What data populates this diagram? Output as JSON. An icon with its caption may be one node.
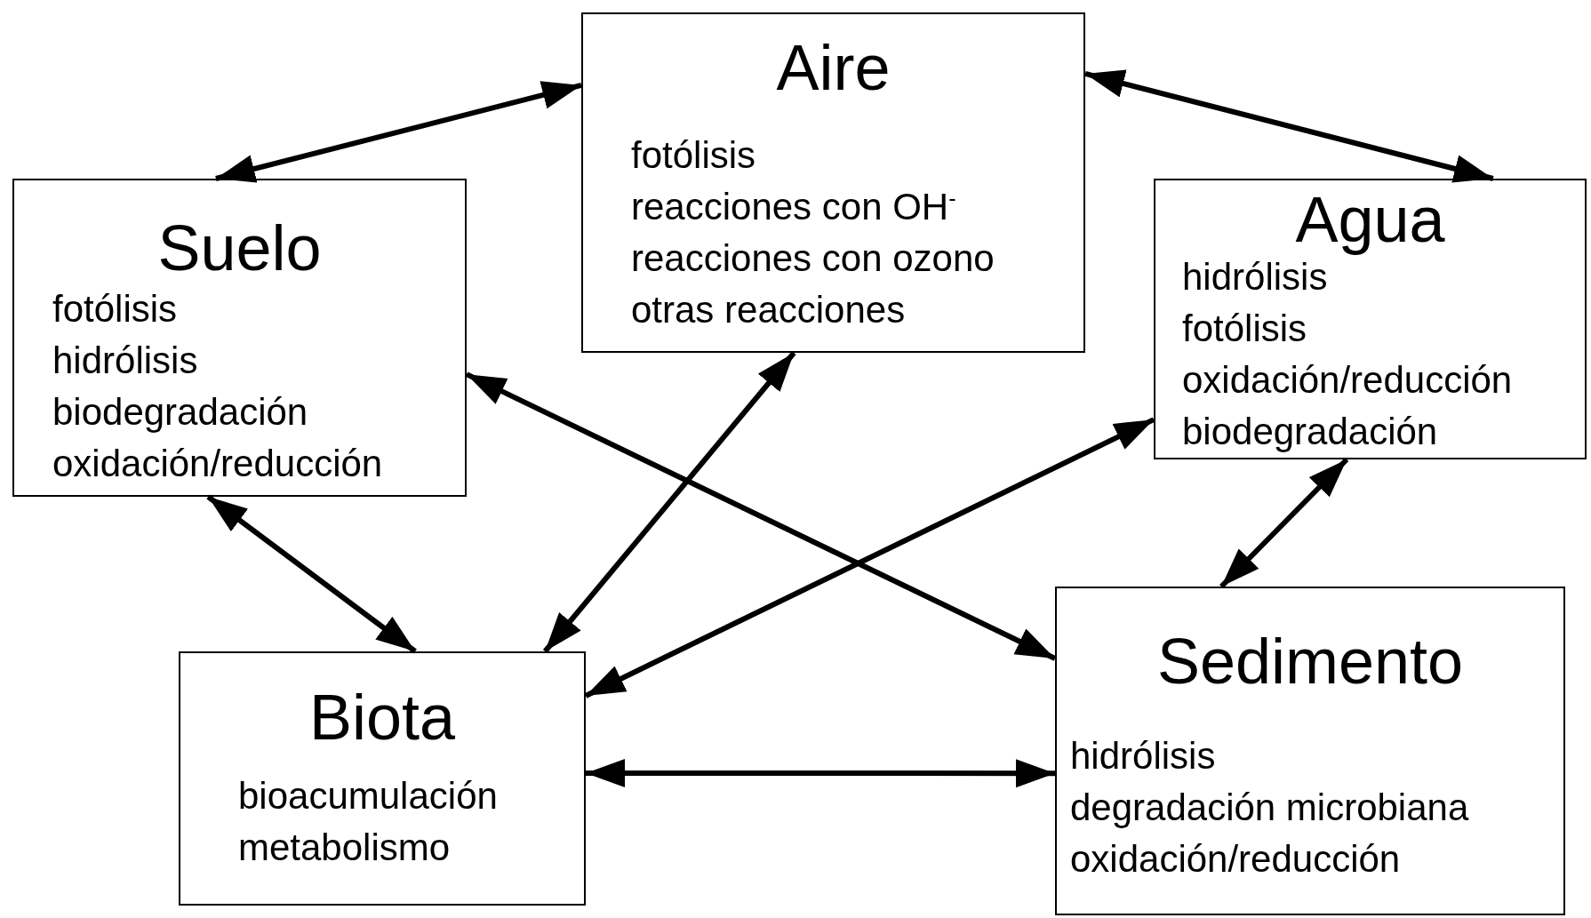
{
  "diagram": {
    "nodes": [
      {
        "text": [
          "Aire",
          "fotólisis",
          "reacciones con OH$^{-}$",
          "reacciones con ozono",
          "otras reacciones"
        ]
      },
      {
        "text": [
          "Suelo",
          "fotólisis",
          "hidrólisis",
          "biodegradación",
          "oxidación/reducción"
        ]
      },
      {
        "text": [
          "Agua",
          "hidrólisis",
          "fotólisis",
          "oxidación/reducción",
          "biodegradación"
        ]
      },
      {
        "text": [
          "Biota",
          "bioacumulación",
          "metabolismo"
        ]
      },
      {
        "text": [
          "Sedimento",
          "hidrólisis",
          "degradación microbiana",
          "oxidación/reducción"
        ]
      }
    ],
    "edges": [
      {
        "from": 1,
        "to": 0,
        "arrow": "both"
      },
      {
        "from": 0,
        "to": 2,
        "arrow": "both"
      },
      {
        "from": 1,
        "to": 3,
        "arrow": "both"
      },
      {
        "from": 1,
        "to": 4,
        "arrow": "both"
      },
      {
        "from": 0,
        "to": 3,
        "arrow": "both"
      },
      {
        "from": 2,
        "to": 3,
        "arrow": "both"
      },
      {
        "from": 2,
        "to": 4,
        "arrow": "both"
      },
      {
        "from": 3,
        "to": 4,
        "arrow": "both"
      }
    ]
  }
}
